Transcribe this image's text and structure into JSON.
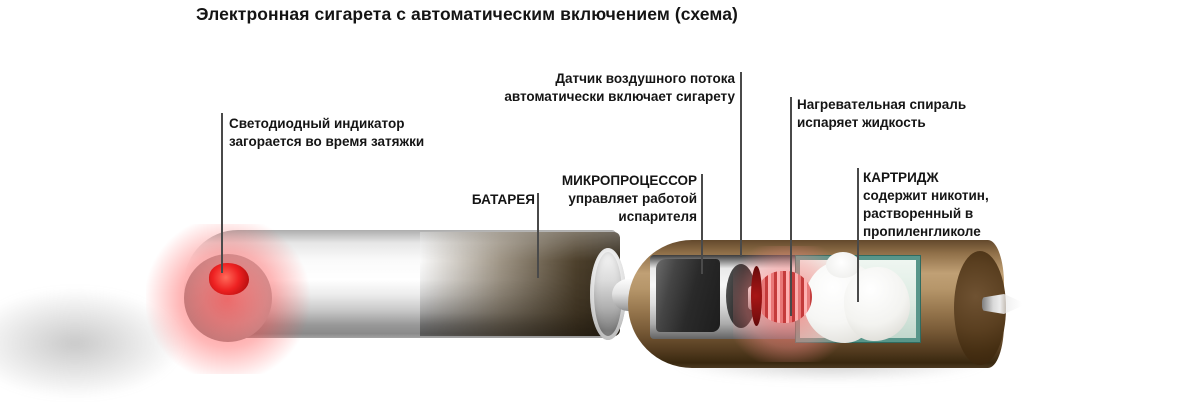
{
  "title": "Электронная сигарета с автоматическим включением (схема)",
  "labels": {
    "led": "Светодиодный индикатор\nзагорается во время затяжки",
    "airflow_sensor": "Датчик воздушного потока\nавтоматически включает сигарету",
    "battery": "БАТАРЕЯ",
    "microprocessor": "МИКРОПРОЦЕССОР\nуправляет работой\nиспарителя",
    "heating_coil": "Нагревательная спираль\nиспаряет жидкость",
    "cartridge": "КАРТРИДЖ\nсодержит никотин,\nрастворенный в\nпропиленгликоле"
  },
  "colors": {
    "text": "#141414",
    "leader_line": "#4a4a4a",
    "led_red": "#ee2222",
    "tube_silver": "#d9d9d9",
    "battery_bronze": "#54422a",
    "housing_brown": "#8f6f48",
    "component_black": "#262626",
    "coil_pink": "#e87575",
    "window_teal": "#58968a",
    "cotton_white": "#f5f5f3",
    "endcap_brown": "#452e12"
  }
}
